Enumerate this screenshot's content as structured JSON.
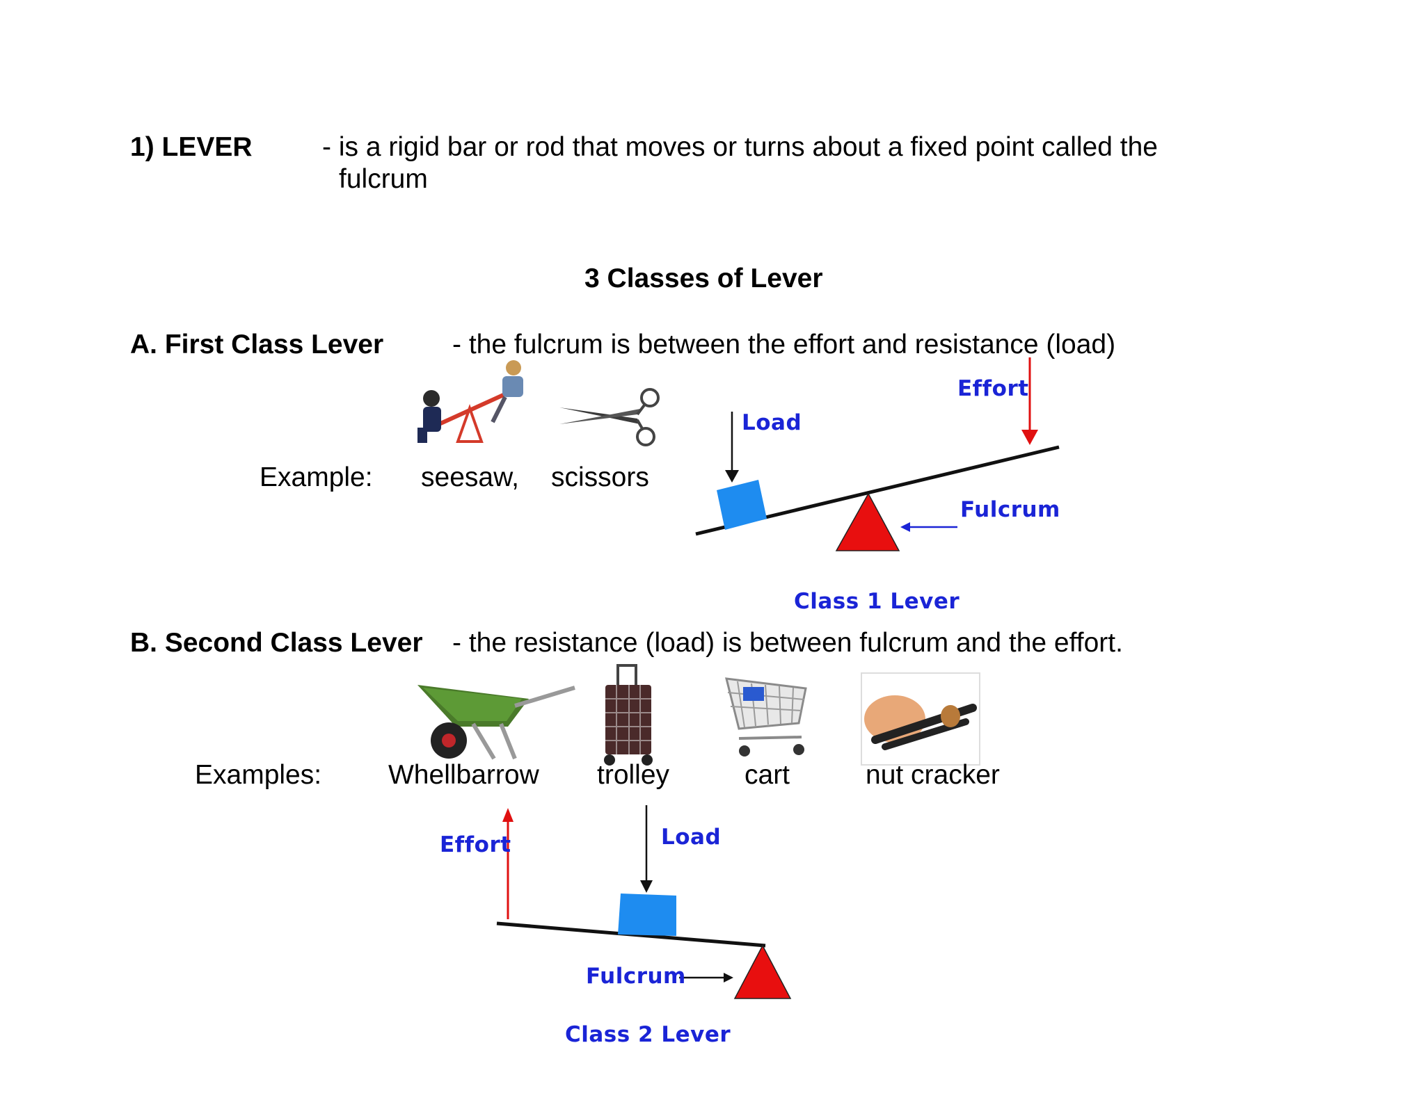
{
  "lever": {
    "heading": "1) LEVER",
    "definition_line1": "- is a rigid bar or rod that moves or turns about a fixed point called the",
    "definition_line2": "fulcrum"
  },
  "classes_title": "3 Classes of Lever",
  "first_class": {
    "heading": "A. First Class Lever",
    "description": "- the fulcrum is between the effort and resistance (load)",
    "example_label": "Example:",
    "examples": [
      "seesaw,",
      "scissors"
    ],
    "diagram": {
      "load": "Load",
      "effort": "Effort",
      "fulcrum": "Fulcrum",
      "caption": "Class 1 Lever"
    }
  },
  "second_class": {
    "heading": "B. Second Class Lever",
    "description": "- the resistance (load) is between fulcrum and the effort.",
    "example_label": "Examples:",
    "examples": [
      "Whellbarrow",
      "trolley",
      "cart",
      "nut cracker"
    ],
    "diagram": {
      "effort": "Effort",
      "load": "Load",
      "fulcrum": "Fulcrum",
      "caption": "Class 2 Lever"
    }
  },
  "colors": {
    "load_block": "#1e8cf0",
    "fulcrum_triangle": "#e80f0f",
    "effort_arrow": "#e01010",
    "label_blue": "#1a24d6"
  }
}
